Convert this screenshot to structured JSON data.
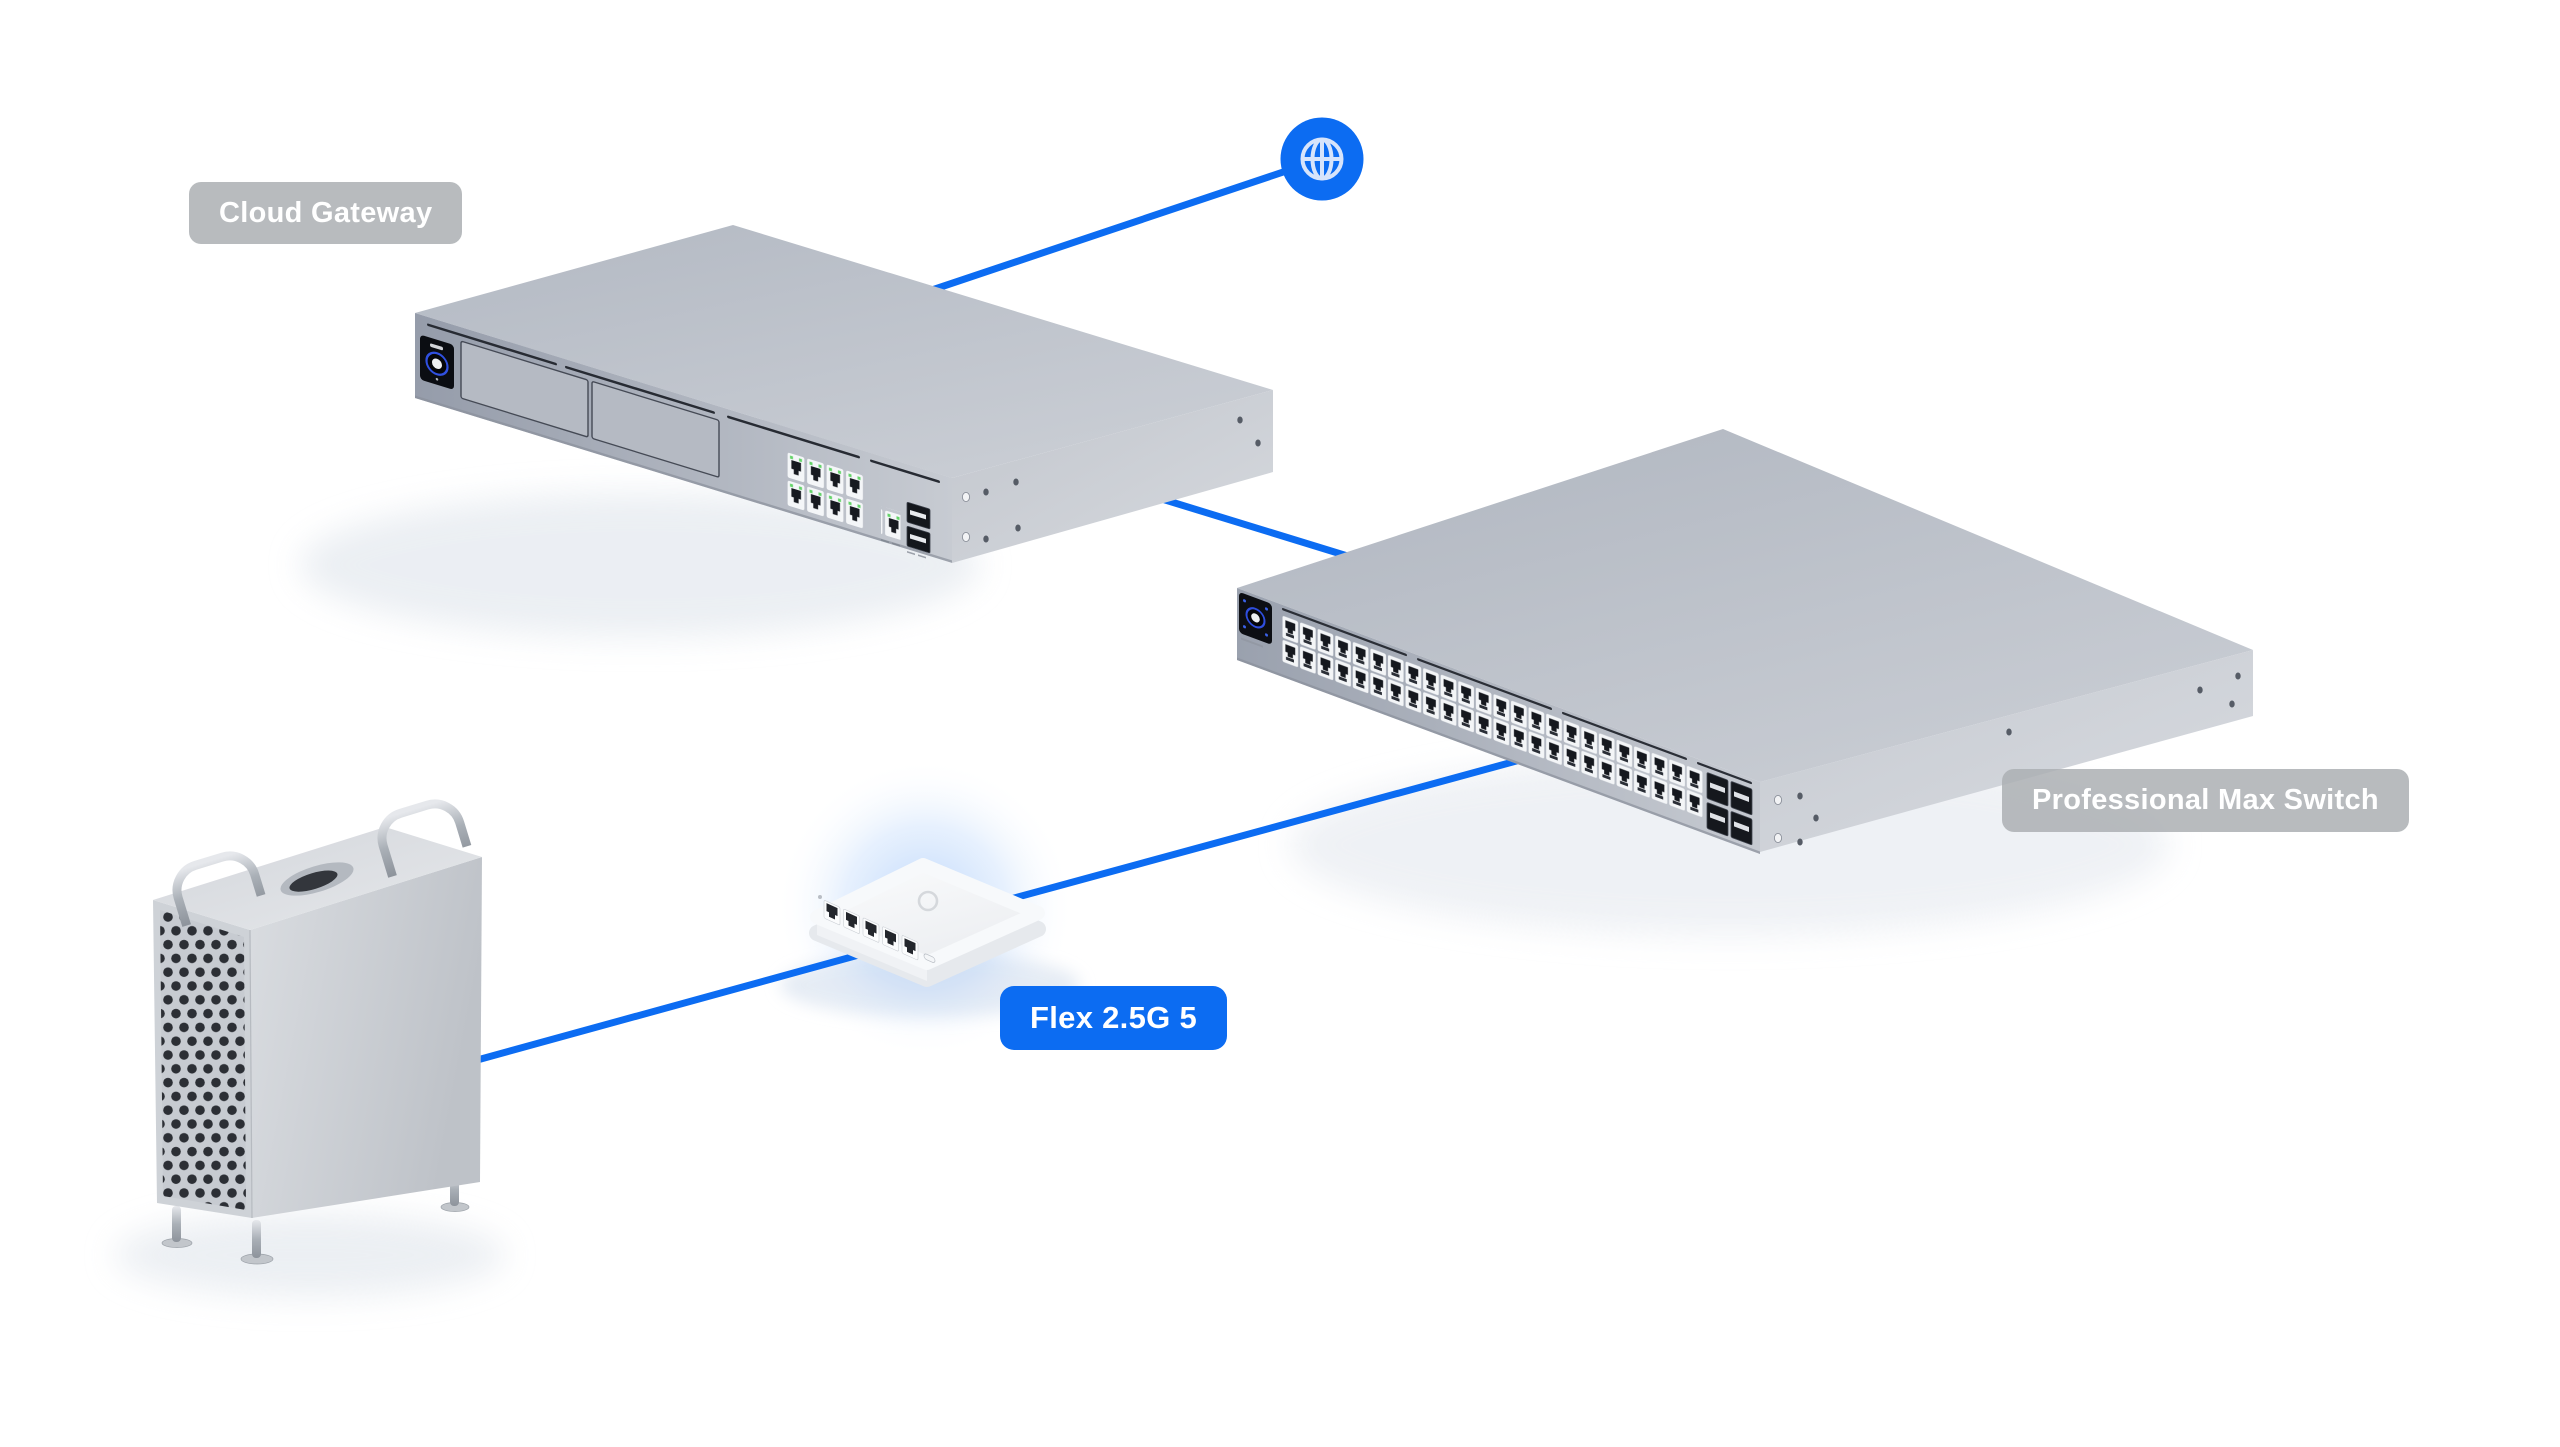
{
  "page": {
    "background": "#ffffff",
    "description": "Isometric network topology illustration: internet to cloud gateway to 48-port switch to 5-port flex switch to desktop workstation"
  },
  "labels": {
    "cloud_gateway": "Cloud Gateway",
    "professional_max_switch": "Professional Max Switch",
    "flex_switch": "Flex 2.5G 5"
  },
  "icons": [
    {
      "name": "globe-icon",
      "meaning": "internet uplink node"
    }
  ],
  "devices": [
    {
      "id": "internet",
      "type": "internet-node",
      "icon": "globe-icon"
    },
    {
      "id": "cloud-gateway",
      "type": "rackmount-gateway",
      "label": "Cloud Gateway",
      "visible_features": {
        "lcd_display": 1,
        "drive_bays": 2,
        "rj45_lan_ports": 8,
        "rj45_wan_ports": 1,
        "sfp_ports": 2
      }
    },
    {
      "id": "professional-max-switch",
      "type": "rackmount-switch",
      "label": "Professional Max Switch",
      "visible_features": {
        "lcd_display": 1,
        "rj45_ports": 48,
        "sfp_plus_ports": 4
      }
    },
    {
      "id": "flex-2-5g-5",
      "type": "compact-switch",
      "label": "Flex 2.5G 5",
      "highlighted_glow": true,
      "visible_features": {
        "rj45_ports": 5,
        "usb_c_port": 1
      }
    },
    {
      "id": "workstation-tower",
      "type": "desktop-workstation",
      "label": "",
      "visible_features": {
        "hex_grille": true,
        "handles": 2,
        "feet": 3
      }
    }
  ],
  "connections": [
    {
      "from": "internet",
      "to": "cloud-gateway"
    },
    {
      "from": "cloud-gateway",
      "to": "professional-max-switch"
    },
    {
      "from": "professional-max-switch",
      "to": "flex-2-5g-5"
    },
    {
      "from": "flex-2-5g-5",
      "to": "workstation-tower"
    }
  ],
  "colors": {
    "accent_blue": "#0c6cf2",
    "line_blue": "#0c6cf2",
    "badge_gray": "#c3c6c9",
    "badge_text": "#ffffff",
    "device_gray": "#b7bcc5",
    "port_led_green": "#62d067",
    "glow_blue": "#86b5f8",
    "background": "#ffffff"
  }
}
